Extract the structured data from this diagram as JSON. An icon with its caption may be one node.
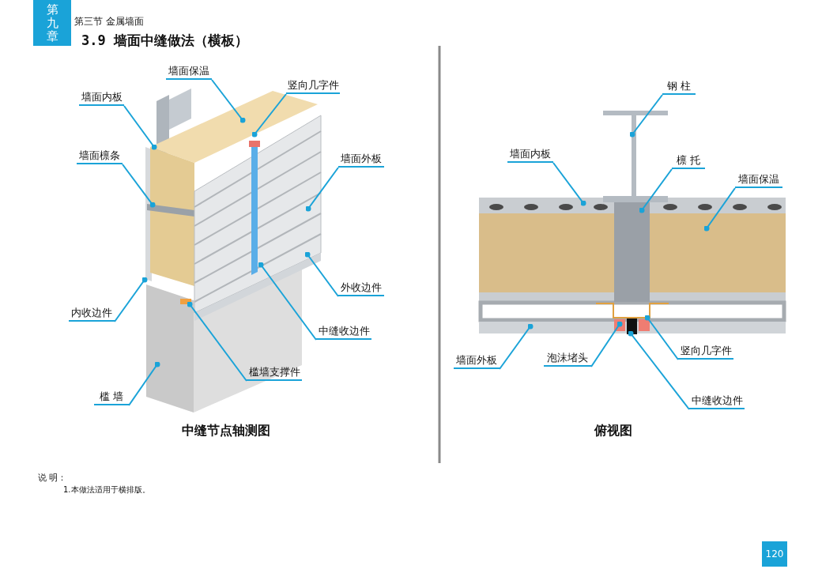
{
  "diagram": {
    "title": "3.9 墙面中缝做法（横板）",
    "nodes": [
      {
        "text": [
          "墙面保温"
        ]
      },
      {
        "text": [
          "竖向几字件"
        ]
      },
      {
        "text": [
          "墙面内板"
        ]
      },
      {
        "text": [
          "墙面檩条"
        ]
      },
      {
        "text": [
          "墙面外板"
        ]
      },
      {
        "text": [
          "外收边件"
        ]
      },
      {
        "text": [
          "内收边件"
        ]
      },
      {
        "text": [
          "中缝收边件"
        ]
      },
      {
        "text": [
          "槛墙支撑件"
        ]
      },
      {
        "text": [
          "槛 墙"
        ]
      },
      {
        "text": [
          "钢 柱"
        ]
      },
      {
        "text": [
          "墙面内板"
        ]
      },
      {
        "text": [
          "檩 托"
        ]
      },
      {
        "text": [
          "墙面保温"
        ]
      },
      {
        "text": [
          "墙面外板"
        ]
      },
      {
        "text": [
          "泡沫堵头"
        ]
      },
      {
        "text": [
          "竖向几字件"
        ]
      },
      {
        "text": [
          "中缝收边件"
        ]
      }
    ],
    "edges": [
      {
        "from": 0,
        "to": null,
        "arrow": "other"
      },
      {
        "from": 1,
        "to": null,
        "arrow": "other"
      },
      {
        "from": 2,
        "to": null,
        "arrow": "other"
      },
      {
        "from": 3,
        "to": null,
        "arrow": "other"
      },
      {
        "from": 4,
        "to": null,
        "arrow": "other"
      },
      {
        "from": 5,
        "to": null,
        "arrow": "other"
      },
      {
        "from": 6,
        "to": null,
        "arrow": "other"
      },
      {
        "from": 7,
        "to": null,
        "arrow": "other"
      },
      {
        "from": 8,
        "to": null,
        "arrow": "other"
      },
      {
        "from": 9,
        "to": null,
        "arrow": "other"
      },
      {
        "from": 10,
        "to": null,
        "arrow": "other"
      },
      {
        "from": 11,
        "to": null,
        "arrow": "other"
      },
      {
        "from": 12,
        "to": null,
        "arrow": "other"
      },
      {
        "from": 13,
        "to": null,
        "arrow": "other"
      },
      {
        "from": 14,
        "to": null,
        "arrow": "other"
      },
      {
        "from": 15,
        "to": null,
        "arrow": "other"
      },
      {
        "from": 16,
        "to": null,
        "arrow": "other"
      },
      {
        "from": 17,
        "to": null,
        "arrow": "other"
      }
    ],
    "labels": [
      "第九章",
      "第三节 金属墙面",
      "中缝节点轴测图",
      "俯视图",
      "说 明：",
      "1.本做法适用于横排版。",
      "120"
    ]
  }
}
